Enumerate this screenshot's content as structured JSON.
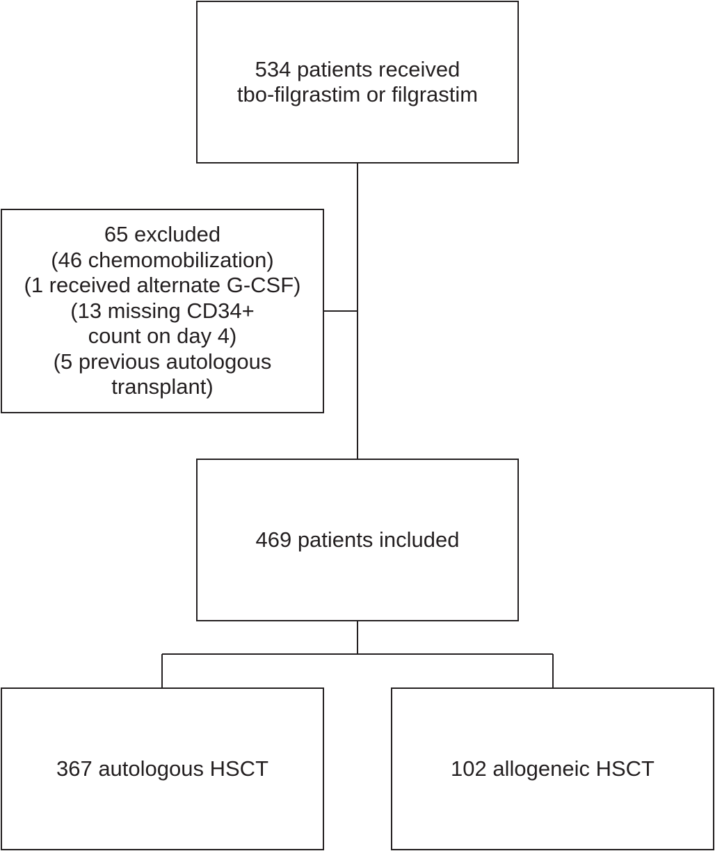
{
  "flowchart": {
    "top_box": {
      "lines": [
        "534 patients received",
        "tbo-filgrastim or filgrastim"
      ]
    },
    "excluded_box": {
      "lines": [
        "65 excluded",
        "(46 chemomobilization)",
        "(1 received alternate G-CSF)",
        "(13 missing CD34+",
        "count on day 4)",
        "(5 previous autologous",
        "transplant)"
      ]
    },
    "included_box": {
      "lines": [
        "469 patients included"
      ]
    },
    "autologous_box": {
      "lines": [
        "367 autologous HSCT"
      ]
    },
    "allogeneic_box": {
      "lines": [
        "102 allogeneic HSCT"
      ]
    },
    "colors": {
      "stroke": "#231f20",
      "text": "#231f20",
      "background": "#ffffff"
    }
  }
}
